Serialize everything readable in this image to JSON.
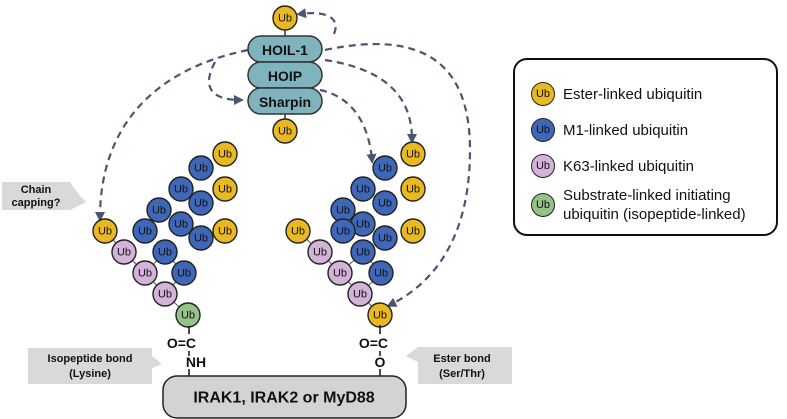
{
  "ub_label": "Ub",
  "complex": {
    "hoil": "HOIL-1",
    "hoip": "HOIP",
    "sharpin": "Sharpin"
  },
  "callouts": {
    "capping": {
      "line1": "Chain",
      "line2": "capping?"
    },
    "isopeptide": {
      "line1": "Isopeptide bond",
      "line2": "(Lysine)"
    },
    "ester": {
      "line1": "Ester bond",
      "line2": "(Ser/Thr)"
    }
  },
  "linkage_left": {
    "carbonyl": "O=C",
    "amine": "NH"
  },
  "linkage_right": {
    "carbonyl": "O=C",
    "oxygen": "O"
  },
  "substrate": "IRAK1, IRAK2 or MyD88",
  "legend": [
    {
      "text": "Ester-linked ubiquitin",
      "color": "#E8B923"
    },
    {
      "text": "M1-linked ubiquitin",
      "color": "#3F67B8"
    },
    {
      "text": "K63-linked ubiquitin",
      "color": "#D4B3D9"
    },
    {
      "text": "Substrate-linked initiating ubiquitin (isopeptide-linked)",
      "color": "#94C289"
    }
  ],
  "colors": {
    "ester": "#E8B923",
    "m1": "#3F67B8",
    "k63": "#D4B3D9",
    "initiating": "#94C289",
    "complex": "#7FB3BE",
    "arrow": "#4A5670"
  }
}
